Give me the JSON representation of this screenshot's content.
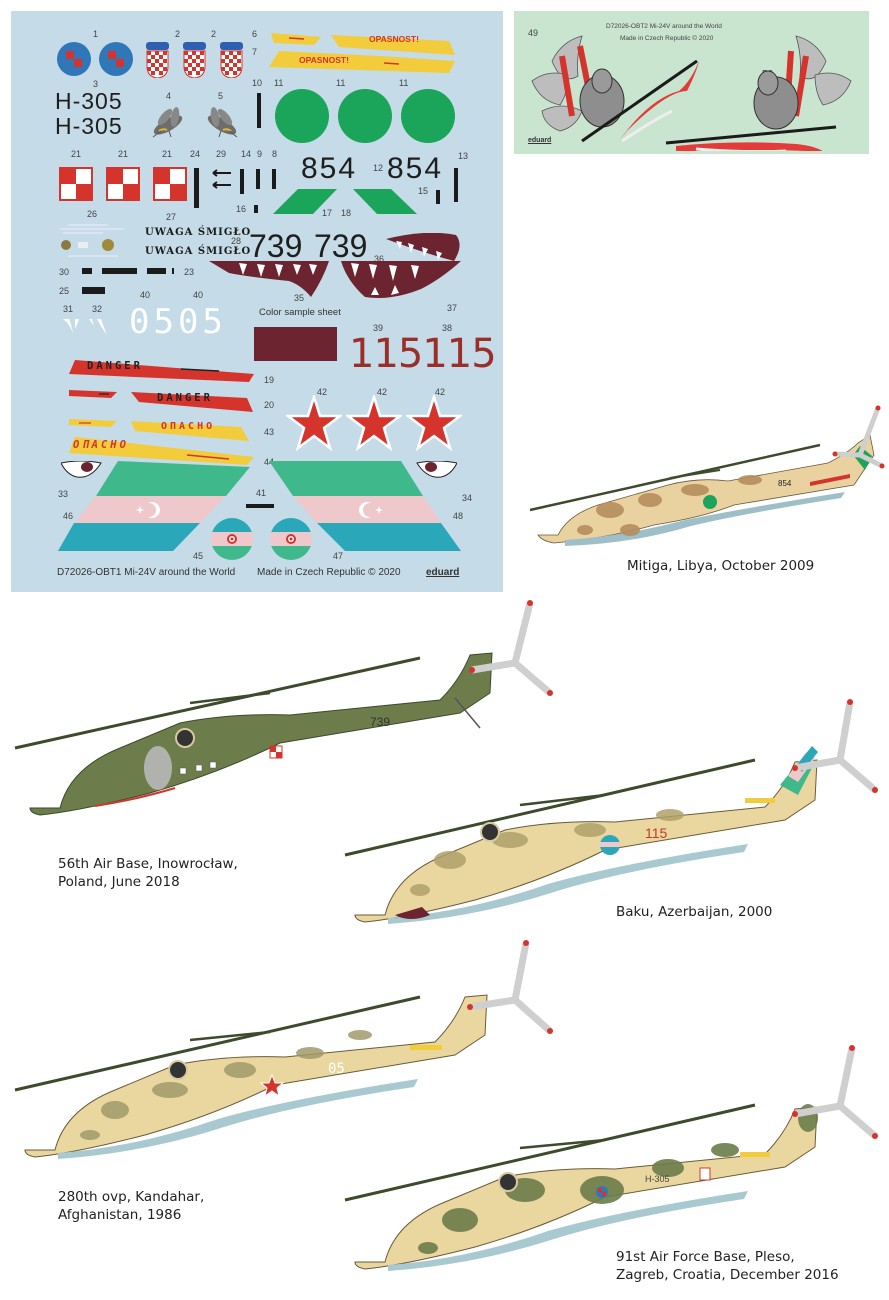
{
  "sheet1": {
    "background": "#c5dbe7",
    "footer_left": "D72026-OBT1 Mi-24V around the World",
    "footer_right": "Made in Czech Republic © 2020",
    "brand": "eduard",
    "color_sample_label": "Color sample sheet",
    "color_sample_hex": "#6b2430",
    "registrations": {
      "h305_a": "H-305",
      "h305_b": "H-305",
      "n854_a": "854",
      "n854_b": "854",
      "n739_a": "739",
      "n739_b": "739",
      "n0505": "0505",
      "n115115": "115115"
    },
    "text_decals": {
      "opasnost_a": "OPASNOST!",
      "opasnost_b": "OPASNOST!",
      "uwaga_a": "UWAGA ŚMIGŁO",
      "uwaga_b": "UWAGA ŚMIGŁO",
      "danger_a": "DANGER",
      "danger_b": "DANGER",
      "opacho_a": "ОПАСНО",
      "opacho_b": "ОПАСНО"
    },
    "decal_numbers": {
      "n1": "1",
      "n2a": "2",
      "n2b": "2",
      "n3": "3",
      "n4": "4",
      "n5": "5",
      "n6": "6",
      "n7": "7",
      "n8": "8",
      "n9": "9",
      "n10": "10",
      "n11a": "11",
      "n11b": "11",
      "n11c": "11",
      "n12": "12",
      "n13": "13",
      "n14": "14",
      "n15": "15",
      "n16": "16",
      "n17": "17",
      "n18": "18",
      "n19": "19",
      "n20": "20",
      "n21a": "21",
      "n21b": "21",
      "n21c": "21",
      "n23": "23",
      "n24": "24",
      "n25": "25",
      "n26": "26",
      "n27": "27",
      "n28": "28",
      "n29": "29",
      "n30": "30",
      "n31": "31",
      "n32": "32",
      "n33": "33",
      "n34": "34",
      "n35": "35",
      "n36": "36",
      "n37": "37",
      "n38": "38",
      "n39": "39",
      "n40a": "40",
      "n40b": "40",
      "n41": "41",
      "n42a": "42",
      "n42b": "42",
      "n42c": "42",
      "n43": "43",
      "n44": "44",
      "n45": "45",
      "n46": "46",
      "n47": "47",
      "n48": "48"
    },
    "colors": {
      "croatia_blue": "#2f77b8",
      "red": "#d4342c",
      "green": "#1aa55a",
      "yellow": "#f2cc3a",
      "maroon": "#6b2430",
      "teal": "#2aa7b9",
      "aze_green": "#3fb98c",
      "aze_pink": "#efc8cc"
    }
  },
  "sheet2": {
    "background": "#c9e4cf",
    "title": "D72026-OBT2 Mi-24V around the World",
    "made_in": "Made in Czech Republic © 2020",
    "brand": "eduard",
    "n49": "49",
    "n50": "50"
  },
  "profiles": [
    {
      "caption_line1": "Mitiga, Libya, October 2009",
      "caption_line2": "",
      "scheme": "libya",
      "code": "854"
    },
    {
      "caption_line1": "56th Air Base, Inowrocław,",
      "caption_line2": "Poland, June 2018",
      "scheme": "poland",
      "code": "739"
    },
    {
      "caption_line1": "Baku, Azerbaijan, 2000",
      "caption_line2": "",
      "scheme": "azerbaijan",
      "code": "115"
    },
    {
      "caption_line1": "280th ovp, Kandahar,",
      "caption_line2": "Afghanistan, 1986",
      "scheme": "afghanistan",
      "code": "05"
    },
    {
      "caption_line1": "91st Air Force Base, Pleso,",
      "caption_line2": "Zagreb, Croatia, December 2016",
      "scheme": "croatia",
      "code": "H-305"
    }
  ]
}
